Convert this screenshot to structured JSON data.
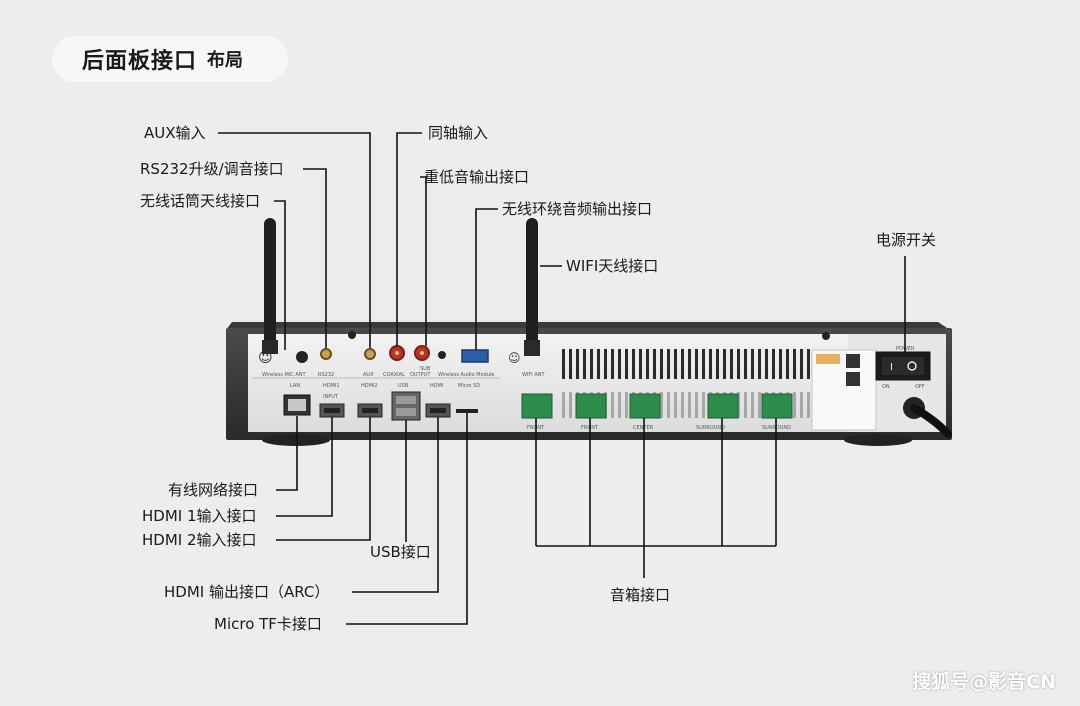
{
  "header": {
    "title": "后面板接口",
    "subtitle": "布局"
  },
  "labels": {
    "aux": "AUX输入",
    "rs232": "RS232升级/调音接口",
    "mic_ant": "无线话筒天线接口",
    "coaxial": "同轴输入",
    "sub_out": "重低音输出接口",
    "wireless_audio": "无线环绕音频输出接口",
    "wifi_ant": "WIFI天线接口",
    "power_switch": "电源开关",
    "lan": "有线网络接口",
    "hdmi1": "HDMI 1输入接口",
    "hdmi2": "HDMI 2输入接口",
    "usb": "USB接口",
    "hdmi_out": "HDMI 输出接口（ARC）",
    "micro_tf": "Micro TF卡接口",
    "speaker": "音箱接口"
  },
  "panel_text": {
    "wireless_mic_ant": "Wireless MIC ANT",
    "rs232": "RS232",
    "aux": "AUX",
    "coaxial": "COAXIAL",
    "sub": "SUB",
    "output": "OUTPUT",
    "wireless_audio_module": "Wireless Audio Module",
    "lan": "LAN",
    "hdmi1": "HDMI1",
    "hdmi2": "HDMI2",
    "usb": "USB",
    "hdmi": "HDMI",
    "input": "INPUT",
    "micro_sd": "Micro SD",
    "wifi_ant": "WIFI ANT",
    "front": "FRONT",
    "center": "CENTER",
    "surround": "SURROUND",
    "power": "POWER",
    "on": "ON",
    "off": "OFF"
  },
  "watermark": "搜狐号@影音CN"
}
